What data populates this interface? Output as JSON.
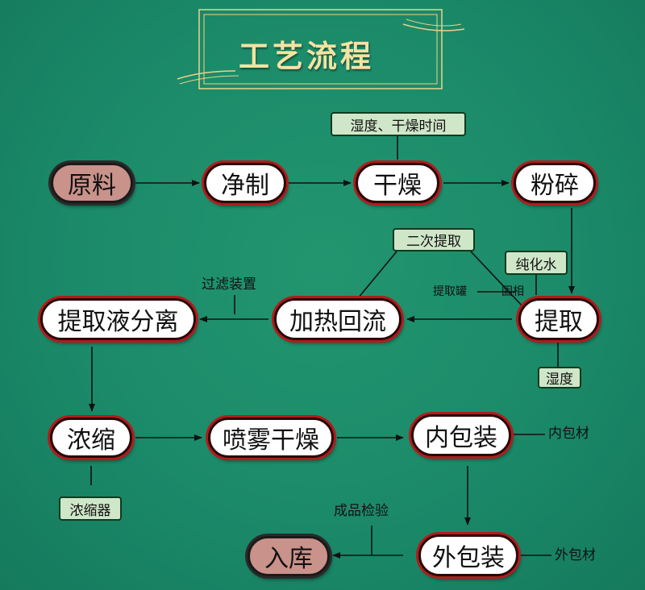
{
  "title": "工艺流程",
  "nodes": {
    "raw": "原料",
    "clean": "净制",
    "dry": "干燥",
    "crush": "粉碎",
    "extract": "提取",
    "reflux": "加热回流",
    "separate": "提取液分离",
    "concentrate": "浓缩",
    "spray_dry": "喷雾干燥",
    "inner_pack": "内包装",
    "outer_pack": "外包装",
    "warehouse": "入库"
  },
  "tags": {
    "humidity_time": "湿度、干燥时间",
    "second_extract": "二次提取",
    "pure_water": "纯化水",
    "humidity": "湿度",
    "concentrator": "浓缩器"
  },
  "notes": {
    "filter_device": "过滤装置",
    "tank": "提取罐",
    "solid_phase": "固相",
    "inner_material": "内包材",
    "outer_material": "外包材",
    "inspection": "成品检验"
  },
  "colors": {
    "background": "#1b8a69",
    "title_gold": "#f3e3a1",
    "node_border": "#b11c1c",
    "terminal_fill": "#c9928a",
    "tag_fill": "#cfe6c8"
  }
}
